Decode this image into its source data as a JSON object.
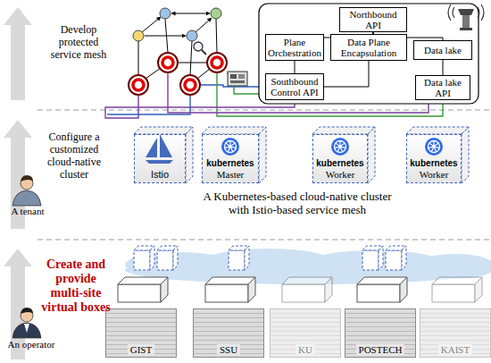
{
  "diagram": {
    "nodes": [
      {
        "text": [
          "Northbound API"
        ]
      },
      {
        "text": [
          "Plane Orchestration"
        ]
      },
      {
        "text": [
          "Data Plane Encapsulation"
        ]
      },
      {
        "text": [
          "Data lake"
        ]
      },
      {
        "text": [
          "Southbound Control API"
        ]
      },
      {
        "text": [
          "Data lake API"
        ]
      },
      {
        "text": [
          "Istio"
        ]
      },
      {
        "text": [
          "kubernetes",
          "Master"
        ]
      },
      {
        "text": [
          "kubernetes",
          "Worker"
        ]
      },
      {
        "text": [
          "kubernetes",
          "Worker"
        ]
      },
      {
        "text": [
          "GIST"
        ]
      },
      {
        "text": [
          "SSU"
        ]
      },
      {
        "text": [
          "KU"
        ]
      },
      {
        "text": [
          "POSTECH"
        ]
      },
      {
        "text": [
          "KAIST"
        ]
      }
    ],
    "edges": [
      {
        "from": 0,
        "to": 1,
        "arrow": "none"
      },
      {
        "from": 0,
        "to": 2,
        "arrow": "none"
      },
      {
        "from": 0,
        "to": 3,
        "arrow": "none"
      },
      {
        "from": 1,
        "to": 4,
        "arrow": "none"
      },
      {
        "from": 2,
        "to": 4,
        "arrow": "none"
      },
      {
        "from": 3,
        "to": 5,
        "arrow": "none"
      }
    ],
    "labels": [
      "Develop protected service mesh",
      "Configure a customized cloud-native cluster",
      "Create and provide multi-site virtual boxes",
      "A tenant",
      "An operator",
      "A Kubernetes-based cloud-native cluster with Istio-based service mesh"
    ]
  }
}
